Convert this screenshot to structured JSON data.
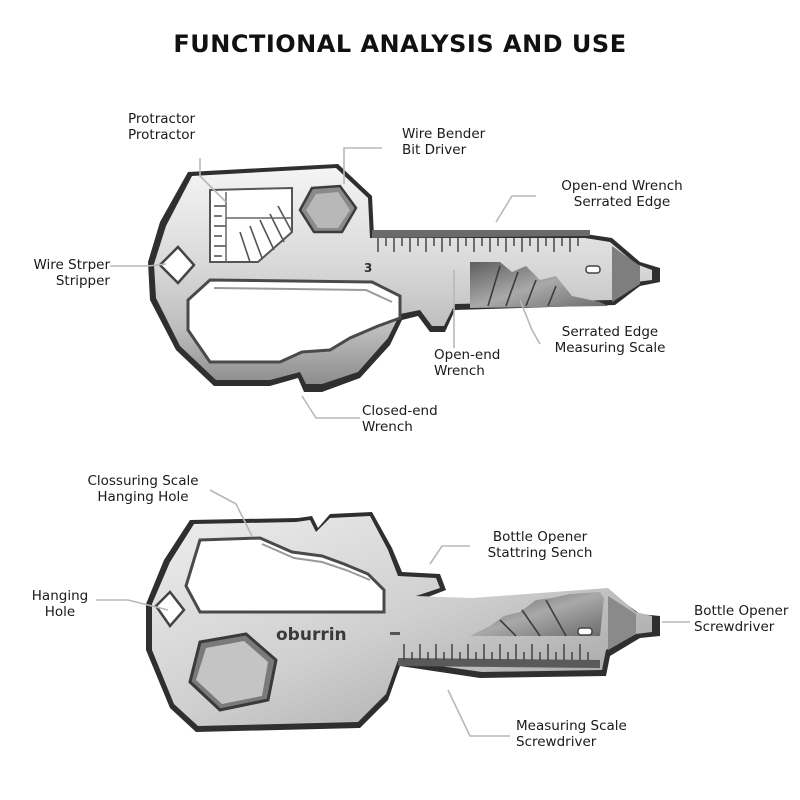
{
  "title": "FUNCTIONAL ANALYSIS AND USE",
  "brand": "oburrin",
  "engraving": "3",
  "top_labels": {
    "protractor": [
      "Protractor",
      "Protractor"
    ],
    "wire_bender": [
      "Wire Bender",
      "Bit Driver"
    ],
    "open_end_wrench": [
      "Open-end Wrench",
      "Serrated Edge"
    ],
    "wire_stripper": [
      "Wire Strper",
      "Stripper"
    ],
    "serrated_edge": [
      "Serrated Edge",
      "Measuring Scale"
    ],
    "open_end_wrench_2": [
      "Open-end",
      "Wrench"
    ],
    "closed_end_wrench": [
      "Closed-end",
      "Wrench"
    ]
  },
  "bottom_labels": {
    "closuring_scale": [
      "Clossuring Scale",
      "Hanging Hole"
    ],
    "bottle_opener": [
      "Bottle Opener",
      "Stattring Sench"
    ],
    "hanging_hole": [
      "Hanging",
      "Hole"
    ],
    "bottle_opener_2": [
      "Bottle Opener",
      "Screwdriver"
    ],
    "measuring_scale": [
      "Measuring Scale",
      "Screwdriver"
    ]
  },
  "colors": {
    "steel_light": "#e9e9e9",
    "steel_mid": "#b5b5b5",
    "steel_dark": "#6e6e6e",
    "edge": "#3a3a3a",
    "leader": "#b8b8b8"
  }
}
